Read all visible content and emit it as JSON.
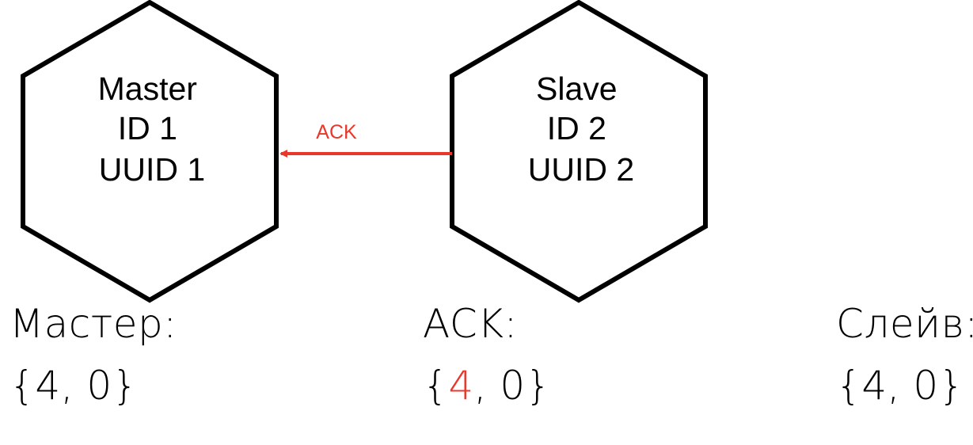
{
  "colors": {
    "stroke": "#000000",
    "arrow": "#e8382b",
    "highlight": "#e8382b"
  },
  "nodes": {
    "master": {
      "lines": [
        "Master",
        "ID 1",
        "UUID 1"
      ]
    },
    "slave": {
      "lines": [
        "Slave",
        "ID 2",
        "UUID 2"
      ]
    }
  },
  "edge": {
    "label": "ACK",
    "from": "slave",
    "to": "master"
  },
  "captions": {
    "master": {
      "title": "Мастер:",
      "open": "{",
      "first": "4",
      "sep": ", ",
      "second": "0",
      "close": "}"
    },
    "ack": {
      "title": "ACK:",
      "open": "{",
      "first": "4",
      "sep": ", ",
      "second": "0",
      "close": "}"
    },
    "slave": {
      "title": "Слейв:",
      "open": "{",
      "first": "4",
      "sep": ", ",
      "second": "0",
      "close": "}"
    }
  }
}
